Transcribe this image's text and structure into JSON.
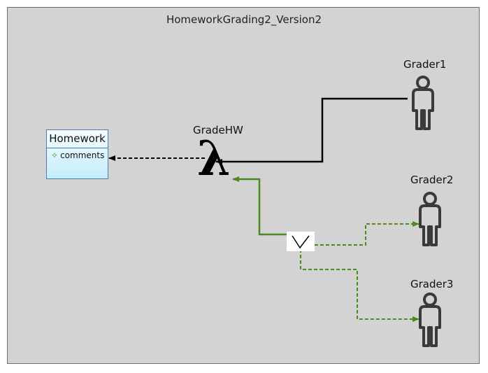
{
  "diagram": {
    "title": "HomeworkGrading2_Version2"
  },
  "class": {
    "name": "Homework",
    "attribute": "comments",
    "attribute_icon": "attribute-icon"
  },
  "function": {
    "name": "GradeHW",
    "symbol": "λ",
    "icon": "lambda-icon"
  },
  "actors": [
    {
      "name": "Grader1",
      "icon": "person-icon"
    },
    {
      "name": "Grader2",
      "icon": "person-icon"
    },
    {
      "name": "Grader3",
      "icon": "person-icon"
    }
  ],
  "colors": {
    "background": "#d3d3d3",
    "class_border": "#4a7fa8",
    "class_fill_top": "#f6fdff",
    "class_fill_bottom": "#c4ecfa",
    "solid_edge": "#000000",
    "green_edge": "#4b8a1e",
    "actor": "#3a3a3a"
  }
}
